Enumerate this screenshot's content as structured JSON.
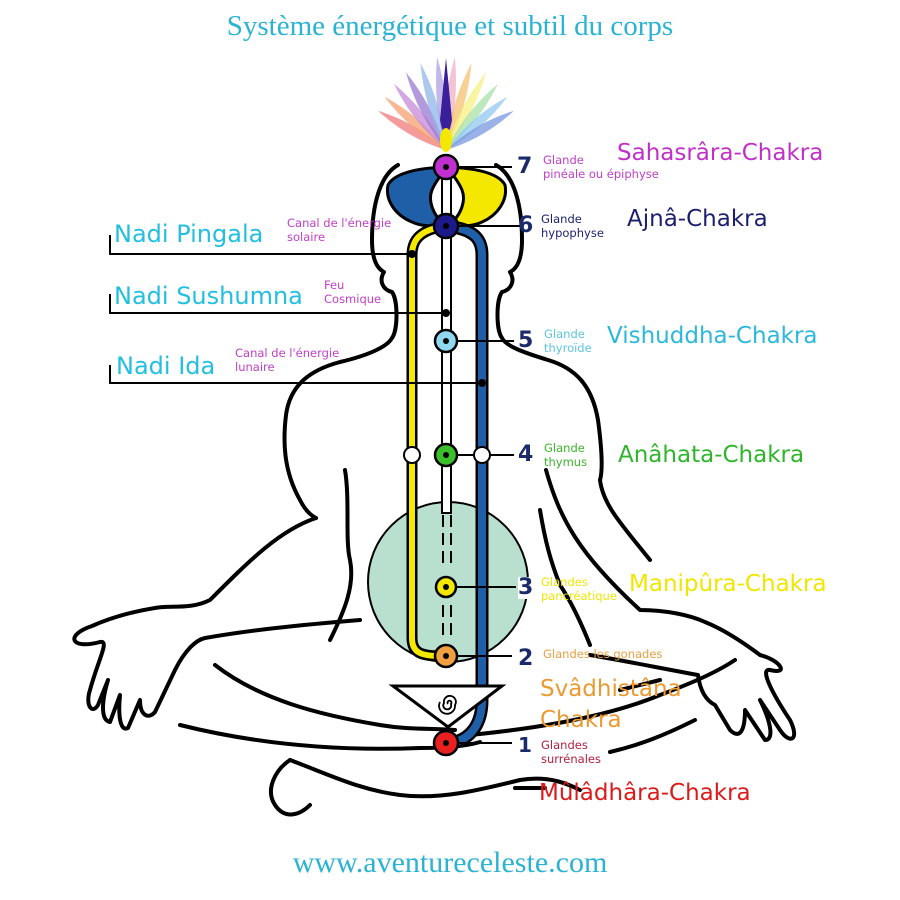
{
  "title": "Système énergétique et subtil du corps",
  "footer_url": "www.aventureceleste.com",
  "colors": {
    "title": "#2bb3d4",
    "pingala": "#f5e800",
    "ida": "#1f5fa8",
    "sushumna": "#ffffff",
    "solar_plexus_zone": "#b9e0cf",
    "outline": "#000000"
  },
  "nadis": [
    {
      "name": "Nadi Pingala",
      "description": "Canal de l'énergie\nsolaire",
      "channel_color": "#f5e800"
    },
    {
      "name": "Nadi Sushumna",
      "description": "Feu\nCosmique",
      "channel_color": "#ffffff"
    },
    {
      "name": "Nadi Ida",
      "description": "Canal de l'énergie\nlunaire",
      "channel_color": "#1f5fa8"
    }
  ],
  "chakras": [
    {
      "number": "7",
      "gland": "Glande\npinéale ou épiphyse",
      "name": "Sahasrâra-Chakra",
      "color": "#c030d0",
      "text_color": "#c030c8",
      "gland_color": "#c040c8"
    },
    {
      "number": "6",
      "gland": "Glande\nhypophyse",
      "name": "Ajnâ-Chakra",
      "color": "#1c1a8a",
      "text_color": "#1c1f6e",
      "gland_color": "#1c1f6e"
    },
    {
      "number": "5",
      "gland": "Glande\nthyroïde",
      "name": "Vishuddha-Chakra",
      "color": "#8fd8ef",
      "text_color": "#2bb8dc",
      "gland_color": "#5cc3e0"
    },
    {
      "number": "4",
      "gland": "Glande\nthymus",
      "name": "Anâhata-Chakra",
      "color": "#3bbf2a",
      "text_color": "#2fb52a",
      "gland_color": "#3bb52a"
    },
    {
      "number": "3",
      "gland": "Glandes\npancréatique",
      "name": "Manipûra-Chakra",
      "color": "#f5e800",
      "text_color": "#f0e600",
      "gland_color": "#f0e600"
    },
    {
      "number": "2",
      "gland": "Glandes les gonades",
      "name": "Svâdhistâna\nChakra",
      "color": "#f0a040",
      "text_color": "#eb9a30",
      "gland_color": "#e8a040"
    },
    {
      "number": "1",
      "gland": "Glandes\nsurrénales",
      "name": "Mûlâdhâra-Chakra",
      "color": "#e82020",
      "text_color": "#dd1a1a",
      "gland_color": "#b02040"
    }
  ],
  "crown_petal_colors": [
    "#f07a7a",
    "#f5a070",
    "#c58ad8",
    "#9a78d0",
    "#8fb6ea",
    "#b0a0e0",
    "#f0b0c8",
    "#f5c070",
    "#f5f080",
    "#a8e0a8",
    "#90c8f0",
    "#7898e0"
  ]
}
